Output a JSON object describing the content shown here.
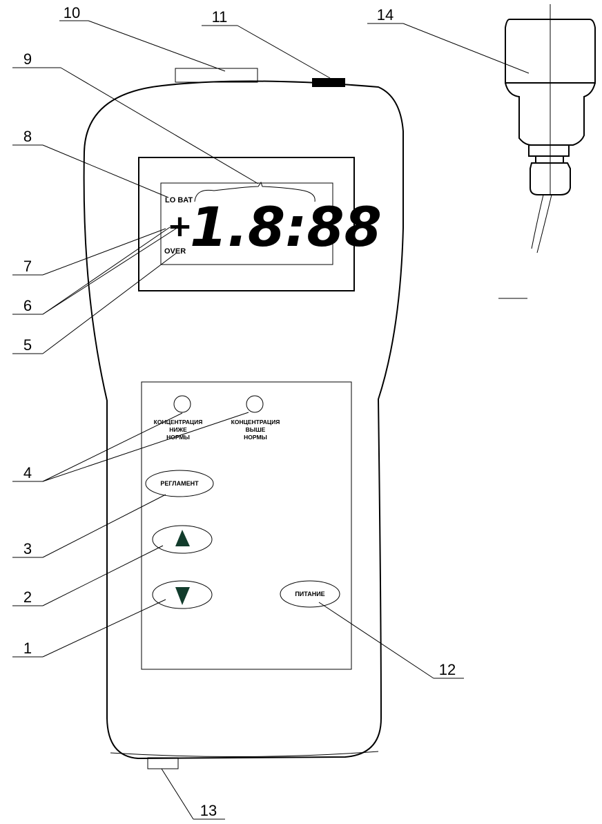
{
  "display": {
    "lo_bat": "LO BAT",
    "plus": "+",
    "digits": "1.8:88",
    "over": "OVER"
  },
  "indicators": [
    {
      "lines": [
        "КОНЦЕНТРАЦИЯ",
        "НИЖЕ",
        "НОРМЫ"
      ]
    },
    {
      "lines": [
        "КОНЦЕНТРАЦИЯ",
        "ВЫШЕ",
        "НОРМЫ"
      ]
    }
  ],
  "buttons": {
    "reglament": "РЕГЛАМЕНТ",
    "up": "▲",
    "down": "▼",
    "power": "ПИТАНИЕ"
  },
  "callouts": [
    "1",
    "2",
    "3",
    "4",
    "5",
    "6",
    "7",
    "8",
    "9",
    "10",
    "11",
    "12",
    "13",
    "14"
  ]
}
